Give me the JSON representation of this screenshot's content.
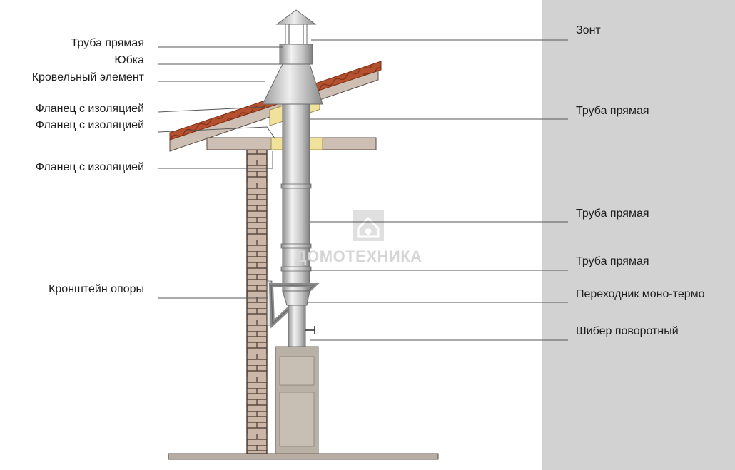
{
  "labels_left": [
    {
      "id": "pipe-straight-top",
      "text": "Труба прямая"
    },
    {
      "id": "skirt",
      "text": "Юбка"
    },
    {
      "id": "roof-element",
      "text": "Кровельный элемент"
    },
    {
      "id": "flange-1",
      "text": "Фланец с изоляцией"
    },
    {
      "id": "flange-2",
      "text": "Фланец с изоляцией"
    },
    {
      "id": "flange-3",
      "text": "Фланец с изоляцией"
    },
    {
      "id": "support-bracket",
      "text": "Кронштейн опоры"
    }
  ],
  "labels_right": [
    {
      "id": "umbrella",
      "text": "Зонт"
    },
    {
      "id": "pipe-straight-1",
      "text": "Труба прямая"
    },
    {
      "id": "pipe-straight-2",
      "text": "Труба прямая"
    },
    {
      "id": "pipe-straight-3",
      "text": "Труба прямая"
    },
    {
      "id": "mono-thermo-adapter",
      "text": "Переходник моно-термо"
    },
    {
      "id": "rotary-damper",
      "text": "Шибер поворотный"
    }
  ],
  "watermark": {
    "text": "ДОМОТЕХНИКА",
    "icon": "house-heart-icon"
  },
  "colors": {
    "background_panel": "#d2d2d2",
    "brick": "#cbb6a8",
    "brick_joint": "#5a4a40",
    "beam": "#cdbfb4",
    "roof_tiles": "#b5512f",
    "insulation": "#f0e29a",
    "steel": "#c9c9c9",
    "stove": "#b9b0a6",
    "leader_line": "#555555"
  }
}
